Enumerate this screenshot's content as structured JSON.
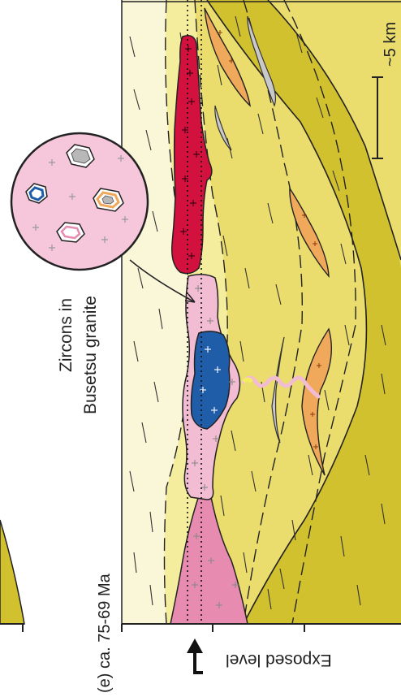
{
  "figure": {
    "panel_label": "(e) ca. 75-69 Ma",
    "inset_label_line1": "Zircons in",
    "inset_label_line2": "Busetsu granite",
    "scale_label": "~5 km",
    "exposed_level_label": "Exposed level"
  },
  "colors": {
    "yellow_dark": "#d2c12f",
    "yellow_mid": "#eadd6e",
    "yellow_light": "#f4ed9e",
    "cream": "#faf6d8",
    "red_body": "#d3113f",
    "blue_body": "#1f5da9",
    "pink_body": "#f2bcd2",
    "pink_dark": "#e78bb0",
    "orange_lens": "#f0a85a",
    "grey_lens": "#c9c9c9"
  },
  "icons": [
    "zircon-crystal-icon",
    "granite-cross-icon",
    "arrow-icon"
  ]
}
